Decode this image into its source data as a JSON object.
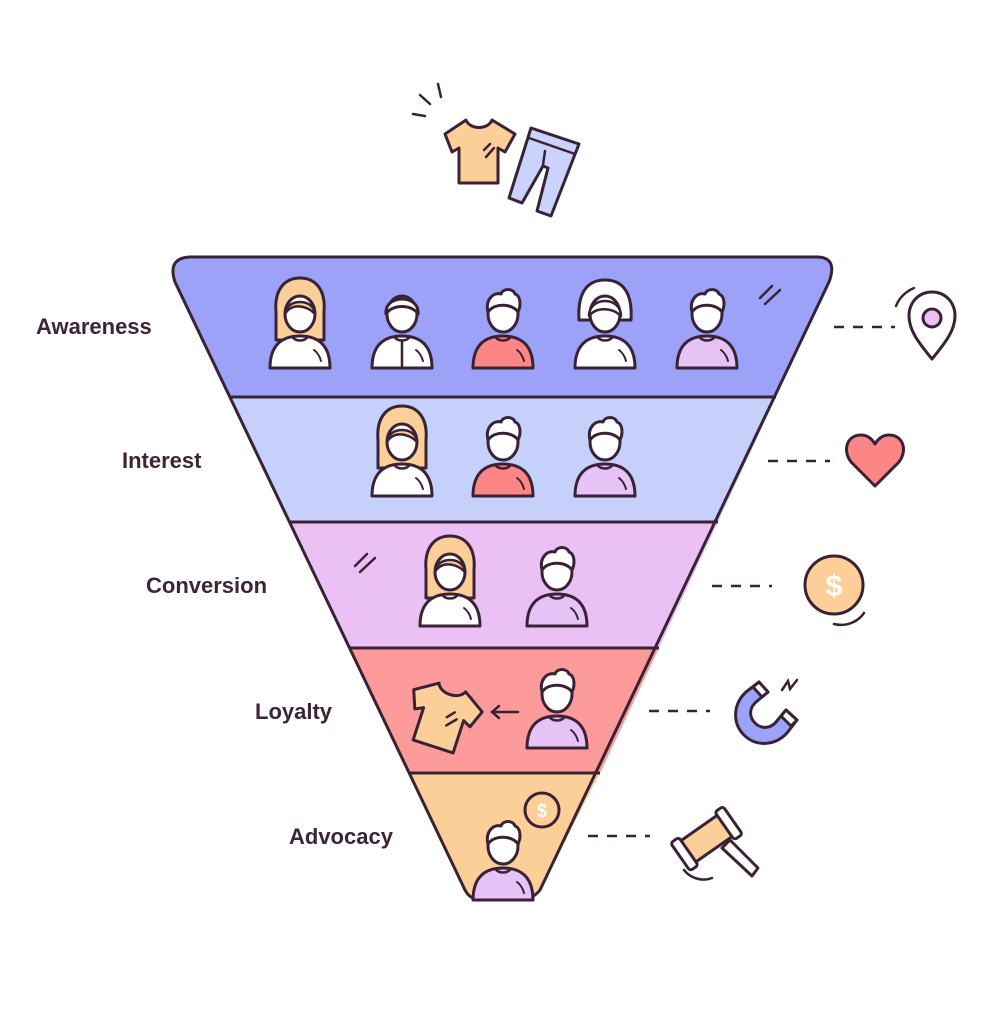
{
  "stages": [
    {
      "label": "Awareness",
      "color": "#9ca2f7",
      "people": [
        "woman-long-hair",
        "man-round-hair",
        "man-spiky-hair",
        "woman-bob-hair",
        "man-spiky-hair"
      ],
      "icon": "location-pin-icon"
    },
    {
      "label": "Interest",
      "color": "#c6d1fb",
      "people": [
        "woman-long-hair",
        "man-spiky-hair",
        "man-spiky-hair"
      ],
      "icon": "heart-icon"
    },
    {
      "label": "Conversion",
      "color": "#ebc1f5",
      "people": [
        "woman-long-hair",
        "man-spiky-hair"
      ],
      "icon": "dollar-coin-icon"
    },
    {
      "label": "Loyalty",
      "color": "#fd9a9a",
      "people": [
        "man-spiky-hair"
      ],
      "icon": "magnet-icon"
    },
    {
      "label": "Advocacy",
      "color": "#fdcf98",
      "people": [
        "man-spiky-hair"
      ],
      "icon": "gavel-icon"
    }
  ],
  "coin_symbol": "$",
  "colors": {
    "outline": "#3a2236",
    "skin": "#ffffff",
    "hair_orange": "#fdcf98",
    "shirt_red": "#fc8686",
    "shirt_lilac": "#e6c2f7",
    "shirt_white": "#ffffff",
    "coin": "#fdcf98",
    "pants": "#c9d3fb"
  }
}
